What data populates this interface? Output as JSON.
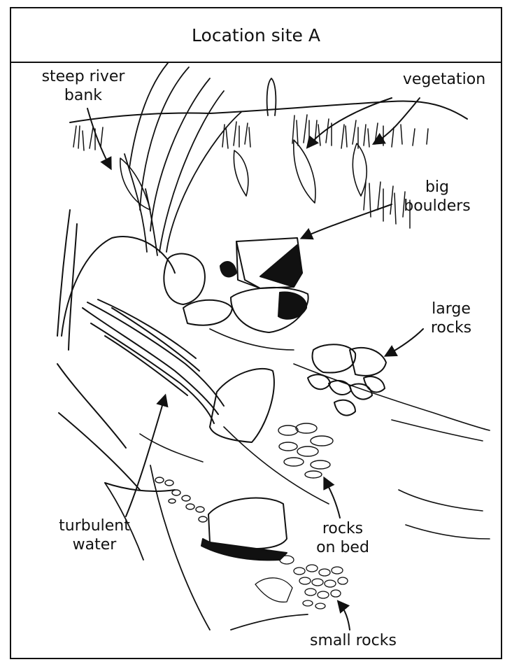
{
  "title": "Location site A",
  "labels": {
    "steep_bank": [
      "steep river",
      "bank"
    ],
    "vegetation": "vegetation",
    "big_boulders": [
      "big",
      "boulders"
    ],
    "large_rocks": [
      "large",
      "rocks"
    ],
    "turbulent_water": [
      "turbulent",
      "water"
    ],
    "rocks_on_bed": [
      "rocks",
      "on bed"
    ],
    "small_rocks": "small rocks"
  },
  "colors": {
    "ink": "#111111",
    "paper": "#ffffff"
  }
}
